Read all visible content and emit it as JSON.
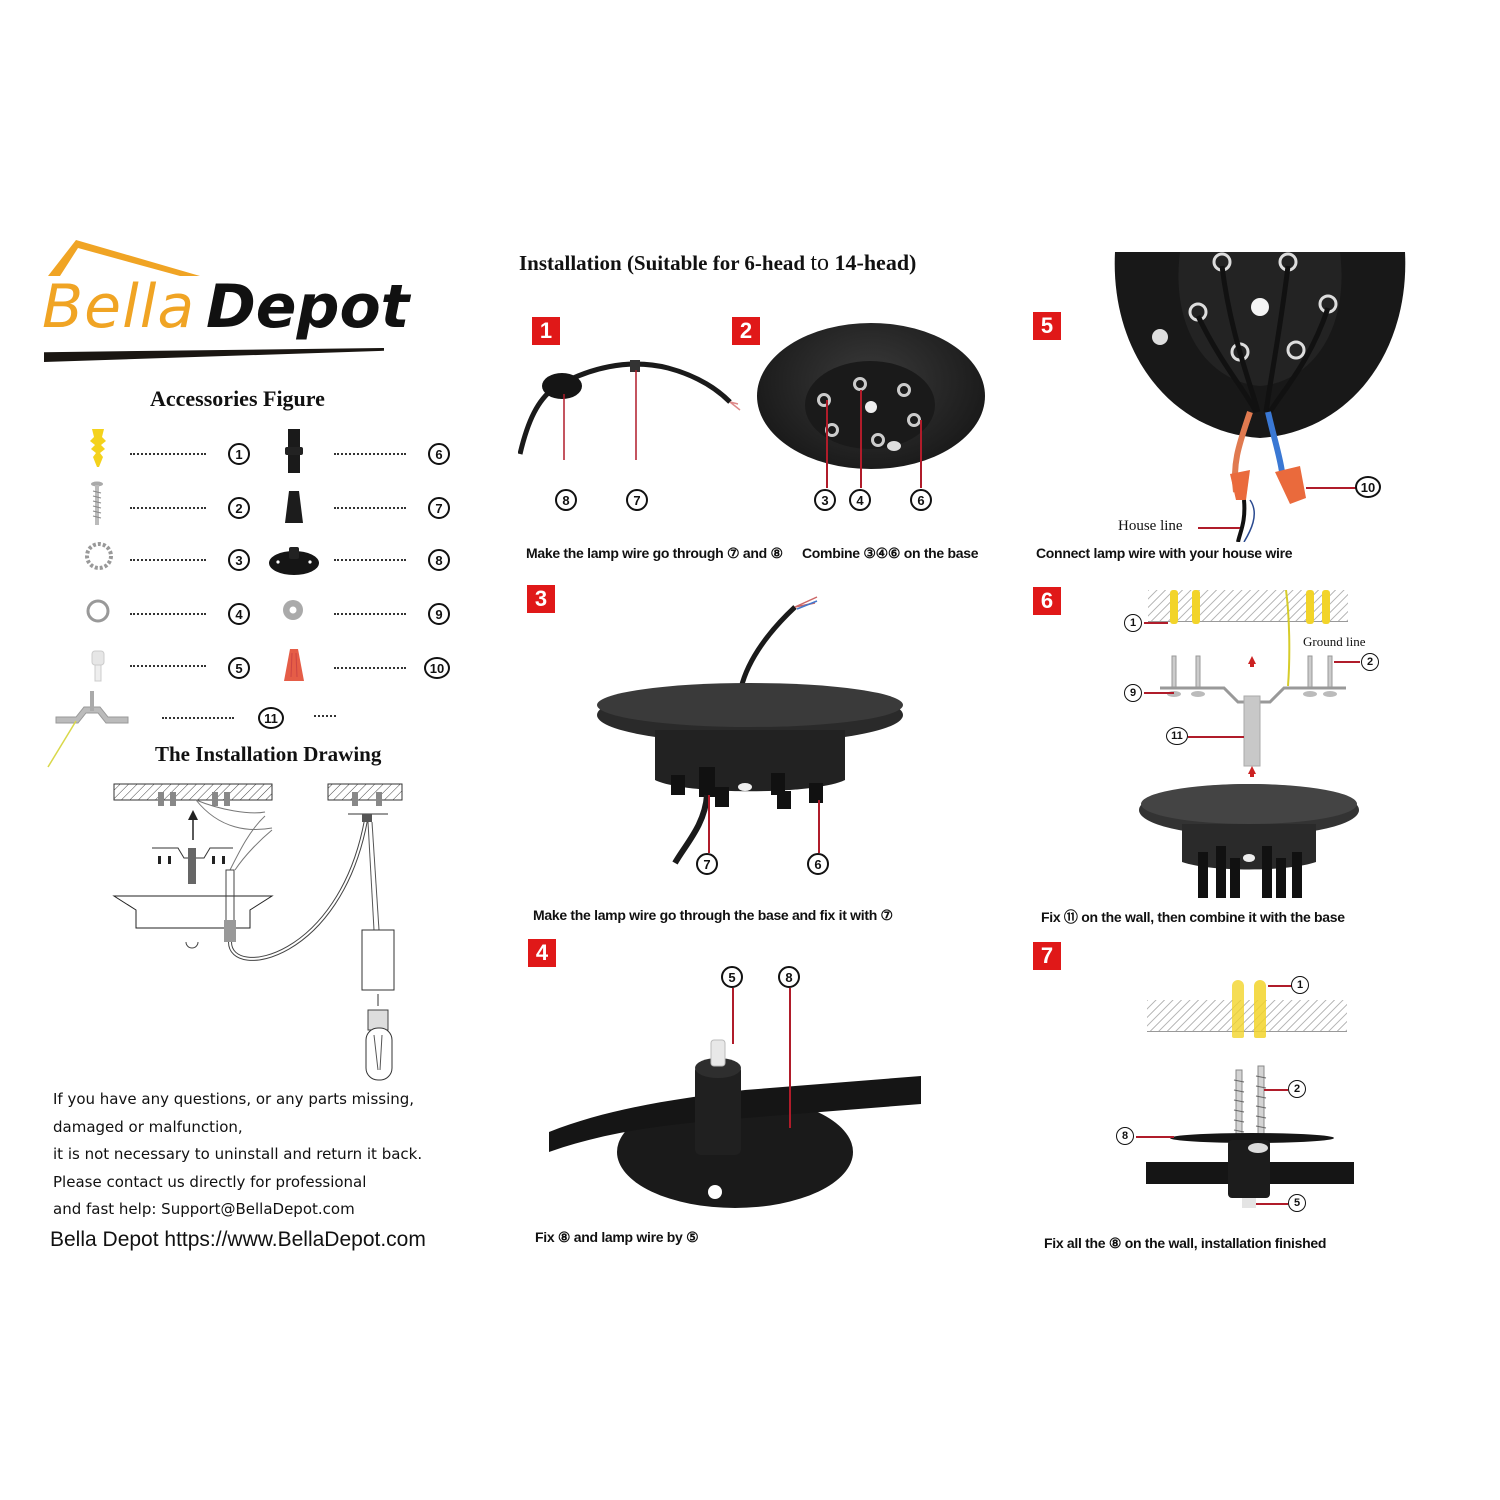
{
  "brand": {
    "name_part1": "Bella",
    "name_part2": "Depot",
    "colors": {
      "orange": "#f0a424",
      "black": "#111111",
      "step_red": "#e01818",
      "leader_red": "#b01c2a"
    }
  },
  "accessories": {
    "title": "Accessories Figure",
    "items": [
      {
        "num": "1",
        "name": "yellow-wall-anchor"
      },
      {
        "num": "2",
        "name": "wood-screw"
      },
      {
        "num": "3",
        "name": "toothed-lock-washer"
      },
      {
        "num": "4",
        "name": "ring-nut"
      },
      {
        "num": "5",
        "name": "clear-set-screw"
      },
      {
        "num": "6",
        "name": "cord-grip-connector"
      },
      {
        "num": "7",
        "name": "strain-relief-cap"
      },
      {
        "num": "8",
        "name": "round-cord-clamp-base"
      },
      {
        "num": "9",
        "name": "flat-washer"
      },
      {
        "num": "10",
        "name": "wire-nut-connector"
      },
      {
        "num": "11",
        "name": "mounting-crossbar"
      }
    ]
  },
  "drawing": {
    "title": "The Installation Drawing"
  },
  "support": {
    "lines": [
      "If you have any questions, or any parts missing,",
      "damaged or malfunction,",
      "it is not necessary to uninstall and return it back.",
      "Please contact us directly for professional",
      "and fast help: Support@BellaDepot.com"
    ],
    "website": "Bella Depot https://www.BellaDepot.com"
  },
  "installation": {
    "title_bold": "Installation (Suitable for 6-head ",
    "title_to": "to",
    "title_end": " 14-head)",
    "steps": [
      {
        "badge": "1",
        "caption": "Make the lamp wire go through ⑦ and ⑧",
        "labels": [
          "8",
          "7"
        ]
      },
      {
        "badge": "2",
        "caption": "Combine ③④⑥ on the base",
        "labels": [
          "3",
          "4",
          "6"
        ]
      },
      {
        "badge": "3",
        "caption": "Make the lamp wire go through the base and fix it with ⑦",
        "labels": [
          "7",
          "6"
        ]
      },
      {
        "badge": "4",
        "caption": "Fix ⑧ and lamp wire by ⑤",
        "labels": [
          "5",
          "8"
        ]
      },
      {
        "badge": "5",
        "caption": "Connect lamp wire with your house wire",
        "labels": [
          "10"
        ],
        "house_line": "House line"
      },
      {
        "badge": "6",
        "caption": "Fix ⑪ on the wall, then combine it with the base",
        "labels": [
          "1",
          "2",
          "9",
          "11"
        ],
        "ground_line": "Ground line"
      },
      {
        "badge": "7",
        "caption": "Fix all the ⑧ on the wall, installation finished",
        "labels": [
          "1",
          "2",
          "8",
          "5"
        ]
      }
    ]
  }
}
